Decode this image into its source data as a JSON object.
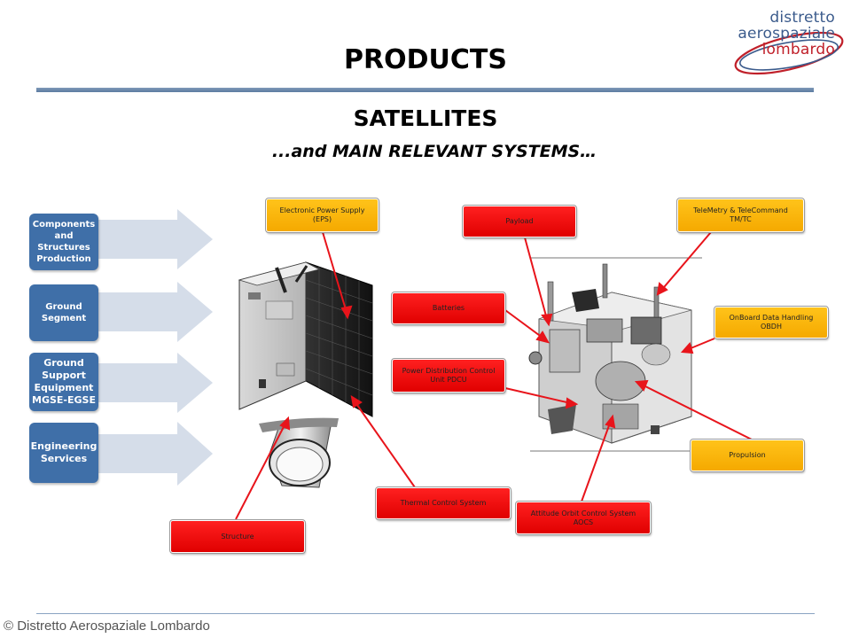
{
  "logo": {
    "lines": [
      "distretto",
      "aerospaziale",
      "lombardo"
    ],
    "colors": {
      "text": "#3b5b8c",
      "accent": "#c0202a"
    }
  },
  "header": {
    "title": "PRODUCTS",
    "subtitle": "SATELLITES",
    "subtitle2": "...and MAIN RELEVANT SYSTEMS…"
  },
  "sidebar": {
    "items": [
      {
        "label": "Components and Structures Production"
      },
      {
        "label": "Ground Segment"
      },
      {
        "label": "Ground Support Equipment MGSE-EGSE"
      },
      {
        "label": "Engineering Services"
      }
    ]
  },
  "callouts": {
    "eps": "Electronic Power Supply (EPS)",
    "payload": "Payload",
    "tmtc": "TeleMetry & TeleCommand TM/TC",
    "batteries": "Batteries",
    "obdh": "OnBoard Data Handling OBDH",
    "pdcu": "Power Distribution Control Unit PDCU",
    "propulsion": "Propulsion",
    "thermal": "Thermal Control System",
    "aocs": "Attitude Orbit Control System AOCS",
    "structure": "Structure"
  },
  "footer": {
    "copyright": "© Distretto Aerospaziale Lombardo"
  },
  "colors": {
    "sidebar_blue": "#3f6fa8",
    "chevron": "#d5dde9",
    "callout_red": "#ff0000",
    "callout_yellow": "#ffb400",
    "arrow_red": "#e8141b",
    "rule": "#5b7ba1"
  }
}
